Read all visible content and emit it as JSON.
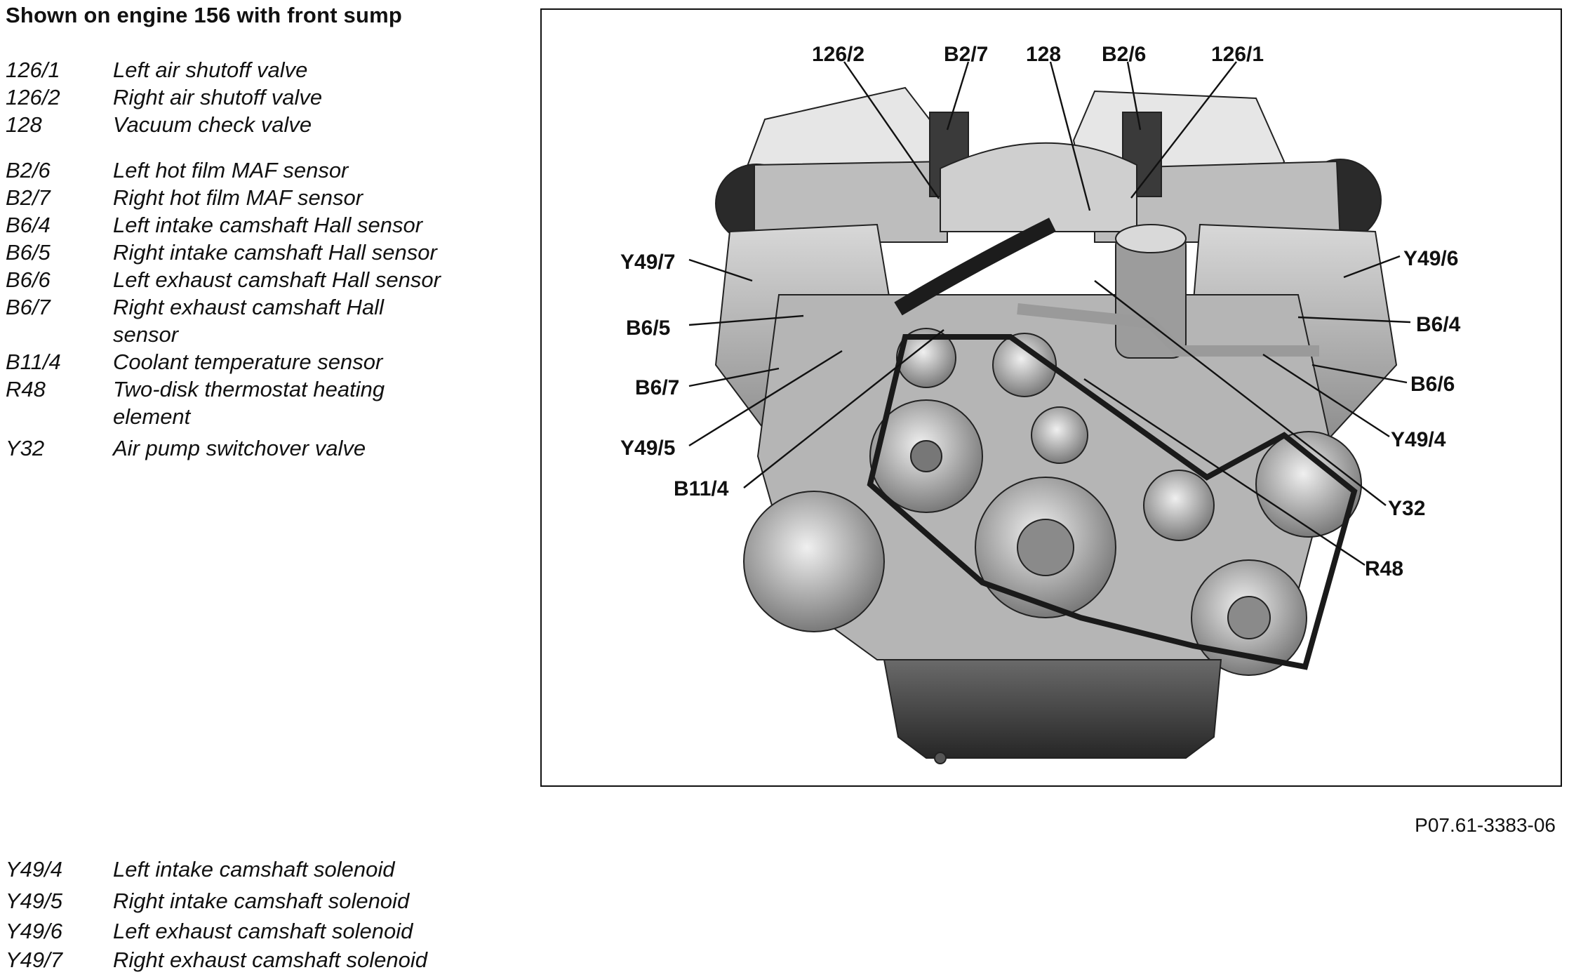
{
  "title": "Shown on engine 156 with front sump",
  "legend_top": [
    {
      "code": "126/1",
      "desc": "Left air shutoff valve"
    },
    {
      "code": "126/2",
      "desc": "Right air shutoff valve"
    },
    {
      "code": "128",
      "desc": "Vacuum check valve"
    },
    {
      "code": "B2/6",
      "desc": "Left hot film MAF sensor"
    },
    {
      "code": "B2/7",
      "desc": "Right hot film MAF sensor"
    },
    {
      "code": "B6/4",
      "desc": "Left intake camshaft Hall sensor"
    },
    {
      "code": "B6/5",
      "desc": "Right intake camshaft Hall sensor"
    },
    {
      "code": "B6/6",
      "desc": "Left exhaust camshaft Hall sensor"
    },
    {
      "code": "B6/7",
      "desc": "Right exhaust camshaft Hall sensor"
    },
    {
      "code": "B11/4",
      "desc": "Coolant temperature sensor"
    },
    {
      "code": "R48",
      "desc": "Two-disk thermostat heating element"
    },
    {
      "code": "Y32",
      "desc": "Air pump switchover valve"
    }
  ],
  "legend_bottom": [
    {
      "code": "Y49/4",
      "desc": "Left intake camshaft solenoid"
    },
    {
      "code": "Y49/5",
      "desc": "Right intake camshaft solenoid"
    },
    {
      "code": "Y49/6",
      "desc": "Left exhaust camshaft solenoid"
    },
    {
      "code": "Y49/7",
      "desc": "Right exhaust camshaft solenoid"
    }
  ],
  "figure_code": "P07.61-3383-06",
  "callouts": {
    "c126_2": "126/2",
    "cB2_7": "B2/7",
    "c128": "128",
    "cB2_6": "B2/6",
    "c126_1": "126/1",
    "cY49_7": "Y49/7",
    "cB6_5": "B6/5",
    "cB6_7": "B6/7",
    "cY49_5": "Y49/5",
    "cB11_4": "B11/4",
    "cY49_6": "Y49/6",
    "cB6_4": "B6/4",
    "cB6_6": "B6/6",
    "cY49_4": "Y49/4",
    "cY32": "Y32",
    "cR48": "R48"
  }
}
